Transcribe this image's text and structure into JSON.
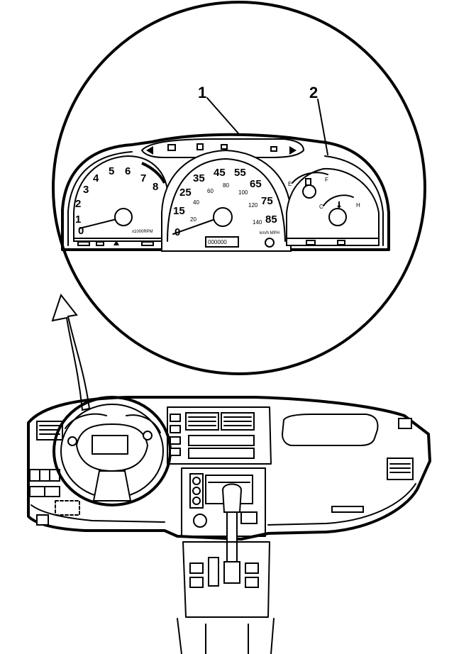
{
  "callouts": {
    "one": "1",
    "two": "2"
  },
  "tachometer": {
    "numbers": [
      "1",
      "2",
      "3",
      "4",
      "5",
      "6",
      "7",
      "8"
    ],
    "zero": "0",
    "unit": "x1000RPM"
  },
  "speedometer": {
    "mph": [
      "15",
      "25",
      "35",
      "45",
      "55",
      "65",
      "75",
      "85"
    ],
    "kmh": [
      "20",
      "40",
      "60",
      "80",
      "100",
      "120",
      "140"
    ],
    "zero": "0",
    "unit": "km/h MPH",
    "odometer": "000000"
  },
  "fuel_gauge": {
    "empty": "E",
    "full": "F"
  },
  "temp_gauge": {
    "cold": "C",
    "hot": "H"
  }
}
